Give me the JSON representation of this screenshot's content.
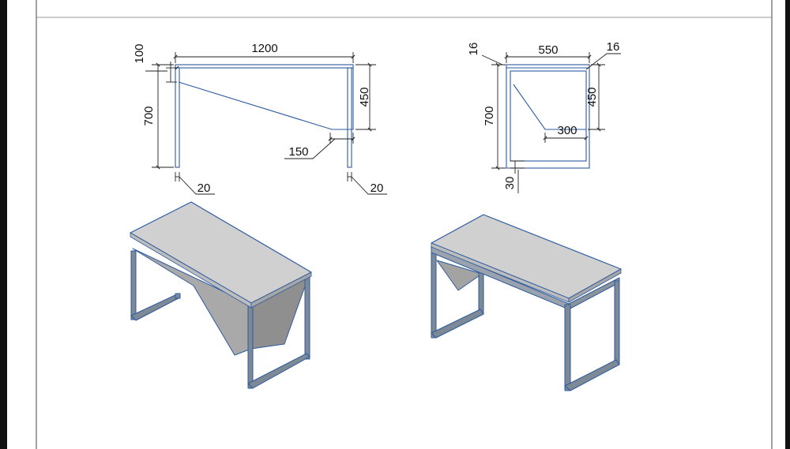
{
  "drawing": {
    "front_view": {
      "top_thickness": "100",
      "width": "1200",
      "height": "700",
      "panel_depth": "450",
      "panel_offset": "150",
      "leg_left": "20",
      "leg_right": "20"
    },
    "side_view": {
      "frame_left": "16",
      "depth": "550",
      "frame_right": "16",
      "height": "700",
      "panel_depth": "450",
      "panel_offset": "300",
      "base_offset": "30"
    }
  },
  "colors": {
    "line": "#2c5aa0",
    "top_fill": "#d0d0d0",
    "panel_front": "#a9a9a9",
    "panel_side": "#8f8f8f",
    "frame": "#7d8995",
    "dim_line": "#222222"
  }
}
